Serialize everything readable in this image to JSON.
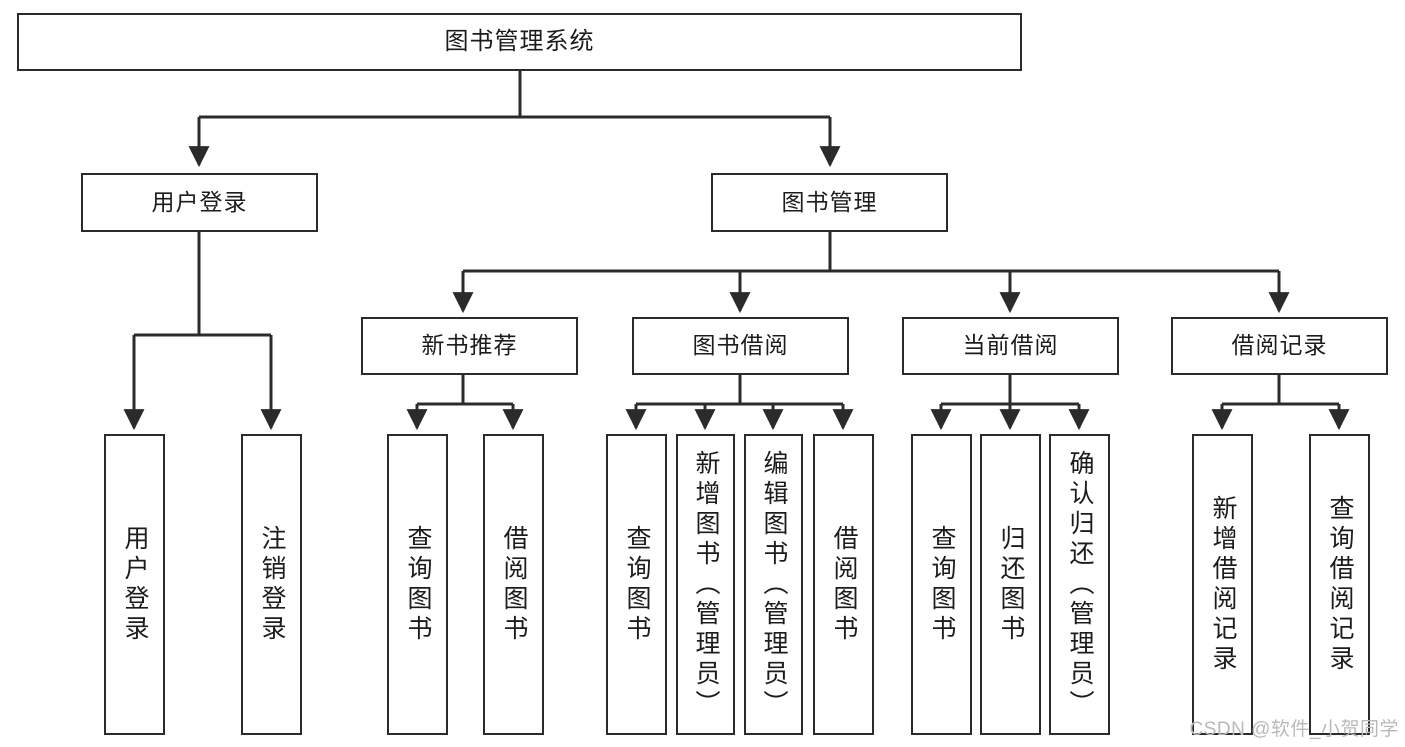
{
  "diagram": {
    "title": "图书管理系统",
    "type": "tree-hierarchy",
    "watermark": "CSDN @软件_小贺同学",
    "colors": {
      "background": "#ffffff",
      "box_border": "#2b2b2b",
      "box_fill": "#ffffff",
      "text": "#1c1c1c",
      "connector": "#2b2b2b",
      "watermark": "#b9b9b9"
    }
  },
  "nodes": {
    "root": {
      "label": "图书管理系统"
    },
    "level1": [
      {
        "label": "用户登录"
      },
      {
        "label": "图书管理"
      }
    ],
    "level2": [
      {
        "label": "新书推荐"
      },
      {
        "label": "图书借阅"
      },
      {
        "label": "当前借阅"
      },
      {
        "label": "借阅记录"
      }
    ],
    "leaves": {
      "user_login": [
        {
          "label": "用户登录"
        },
        {
          "label": "注销登录"
        }
      ],
      "new_book_recommend": [
        {
          "label": "查询图书"
        },
        {
          "label": "借阅图书"
        }
      ],
      "book_borrow": [
        {
          "label": "查询图书"
        },
        {
          "label": "新增图书（管理员）"
        },
        {
          "label": "编辑图书（管理员）"
        },
        {
          "label": "借阅图书"
        }
      ],
      "current_borrow": [
        {
          "label": "查询图书"
        },
        {
          "label": "归还图书"
        },
        {
          "label": "确认归还（管理员）"
        }
      ],
      "borrow_record": [
        {
          "label": "新增借阅记录"
        },
        {
          "label": "查询借阅记录"
        }
      ]
    }
  }
}
